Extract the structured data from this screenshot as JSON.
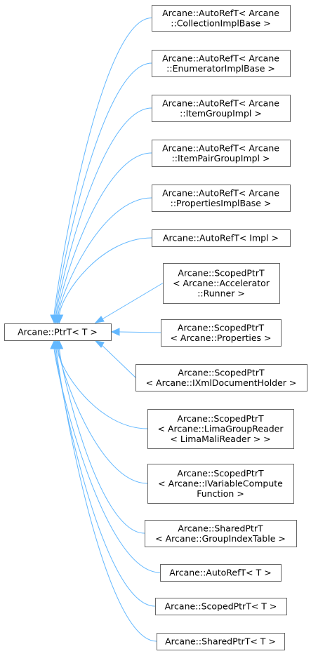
{
  "colors": {
    "edge": "#63b8ff",
    "node_border": "#666666",
    "background": "#ffffff"
  },
  "base": {
    "id": "ptrt",
    "lines": [
      "Arcane::PtrT< T >"
    ]
  },
  "derived": [
    {
      "id": "autoref-collection",
      "lines": [
        "Arcane::AutoRefT< Arcane",
        "::CollectionImplBase >"
      ]
    },
    {
      "id": "autoref-enumerator",
      "lines": [
        "Arcane::AutoRefT< Arcane",
        "::EnumeratorImplBase >"
      ]
    },
    {
      "id": "autoref-itemgroup",
      "lines": [
        "Arcane::AutoRefT< Arcane",
        "::ItemGroupImpl >"
      ]
    },
    {
      "id": "autoref-itempairgroup",
      "lines": [
        "Arcane::AutoRefT< Arcane",
        "::ItemPairGroupImpl >"
      ]
    },
    {
      "id": "autoref-properties",
      "lines": [
        "Arcane::AutoRefT< Arcane",
        "::PropertiesImplBase >"
      ]
    },
    {
      "id": "autoref-impl",
      "lines": [
        "Arcane::AutoRefT< Impl >"
      ]
    },
    {
      "id": "scopedptr-accelerator",
      "lines": [
        "Arcane::ScopedPtrT",
        "< Arcane::Accelerator",
        "::Runner >"
      ]
    },
    {
      "id": "scopedptr-properties",
      "lines": [
        "Arcane::ScopedPtrT",
        "< Arcane::Properties >"
      ]
    },
    {
      "id": "scopedptr-xmldoc",
      "lines": [
        "Arcane::ScopedPtrT",
        "< Arcane::IXmlDocumentHolder >"
      ]
    },
    {
      "id": "scopedptr-lima",
      "lines": [
        "Arcane::ScopedPtrT",
        "< Arcane::LimaGroupReader",
        "< LimaMaliReader > >"
      ]
    },
    {
      "id": "scopedptr-varcompute",
      "lines": [
        "Arcane::ScopedPtrT",
        "< Arcane::IVariableCompute",
        "Function >"
      ]
    },
    {
      "id": "sharedptr-groupindex",
      "lines": [
        "Arcane::SharedPtrT",
        "< Arcane::GroupIndexTable >"
      ]
    },
    {
      "id": "autoref-t",
      "lines": [
        "Arcane::AutoRefT< T >"
      ]
    },
    {
      "id": "scopedptr-t",
      "lines": [
        "Arcane::ScopedPtrT< T >"
      ]
    },
    {
      "id": "sharedptr-t",
      "lines": [
        "Arcane::SharedPtrT< T >"
      ]
    }
  ]
}
